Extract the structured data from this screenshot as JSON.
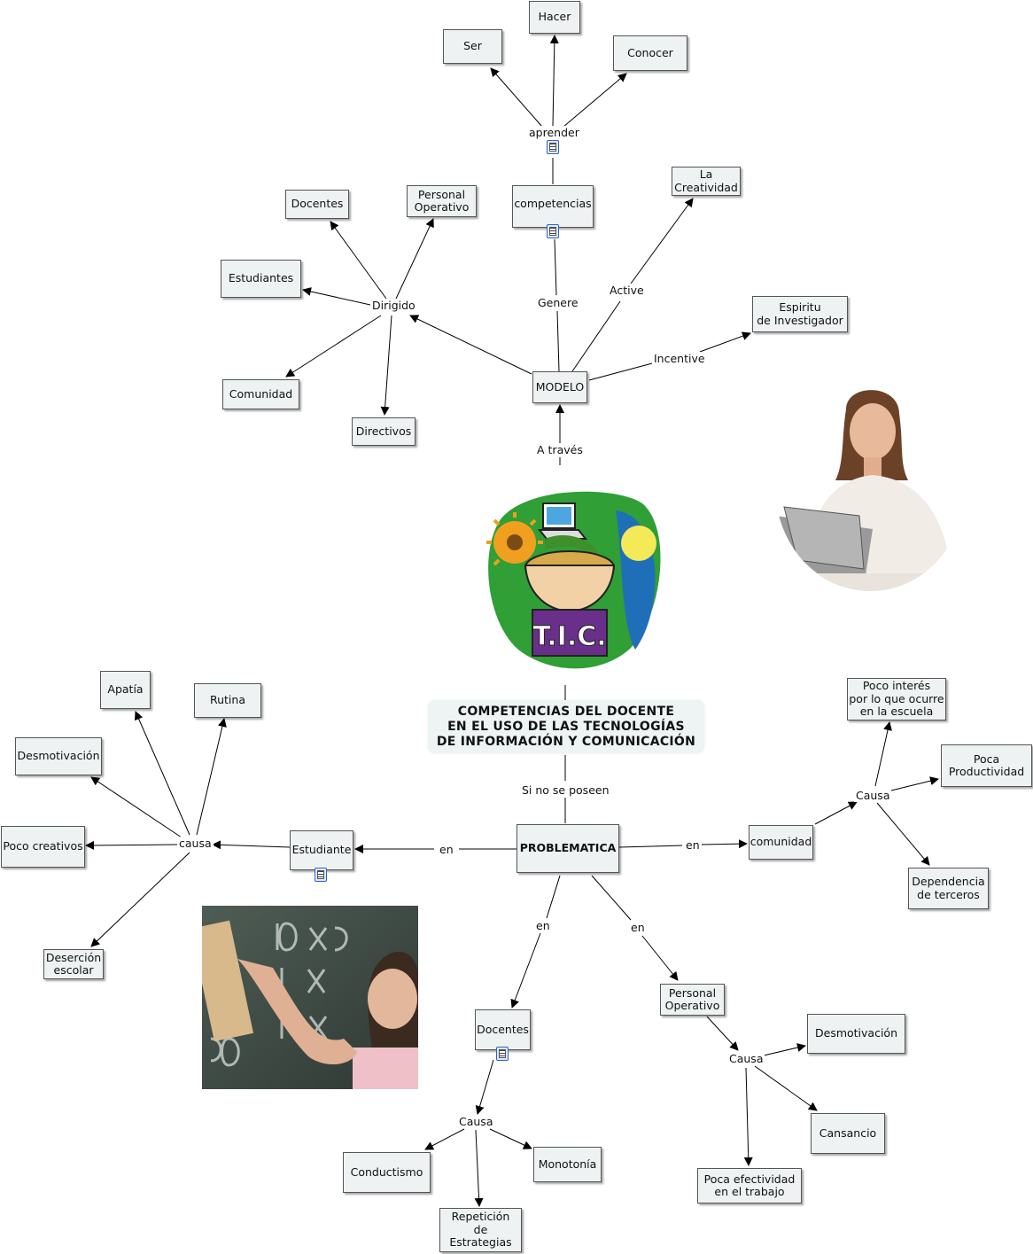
{
  "map_title": "COMPETENCIAS DEL  DOCENTE\nEN EL USO DE LAS TECNOLOGÍAS\nDE INFORMACIÓN Y COMUNICACIÓN",
  "logo_text": "T.I.C.",
  "nodes": {
    "hacer": "Hacer",
    "ser": "Ser",
    "conocer": "Conocer",
    "competencias": "competencias",
    "la_creatividad": "La\nCreatividad",
    "personal_operativo_top": "Personal\nOperativo",
    "docentes_top": "Docentes",
    "estudiantes": "Estudiantes",
    "comunidad_top": "Comunidad",
    "directivos": "Directivos",
    "modelo": "MODELO",
    "espiritu": "Espiritu\nde Investigador",
    "problematica": "PROBLEMATICA",
    "estudiante": "Estudiante",
    "apatia": "Apatía",
    "rutina": "Rutina",
    "desmotivacion_left": "Desmotivación",
    "poco_creativos": "Poco creativos",
    "desercion": "Deserción\nescolar",
    "comunidad_right": "comunidad",
    "poco_interes": "Poco interés\npor lo que ocurre\nen la escuela",
    "poca_productividad": "Poca\nProductividad",
    "dependencia": "Dependencia\nde terceros",
    "docentes_bottom": "Docentes",
    "personal_operativo_bottom": "Personal\nOperativo",
    "desmotivacion_right": "Desmotivación",
    "cansancio": "Cansancio",
    "poca_efectividad": "Poca efectividad\nen el trabajo",
    "conductismo": "Conductismo",
    "monotonia": "Monotonía",
    "repeticion": "Repetición\nde\nEstrategias"
  },
  "links": {
    "aprender": "aprender",
    "dirigido": "Dirigido",
    "genere": "Genere",
    "active": "Active",
    "incentive": "Incentive",
    "a_traves": "A través",
    "si_no_se_poseen": "Si  no se poseen",
    "en_left": "en",
    "en_right": "en",
    "en_docentes": "en",
    "en_personal": "en",
    "causa_left": "causa",
    "causa_right": "Causa",
    "causa_docentes": "Causa",
    "causa_personal": "Causa"
  },
  "colors": {
    "node_fill": "#eef2f2",
    "node_border": "#555555",
    "title_fill": "#eef4f4",
    "edge": "#000000"
  },
  "icons": [
    "document-icon",
    "tic-logo",
    "woman-laptop-photo",
    "teacher-chalkboard-photo"
  ]
}
